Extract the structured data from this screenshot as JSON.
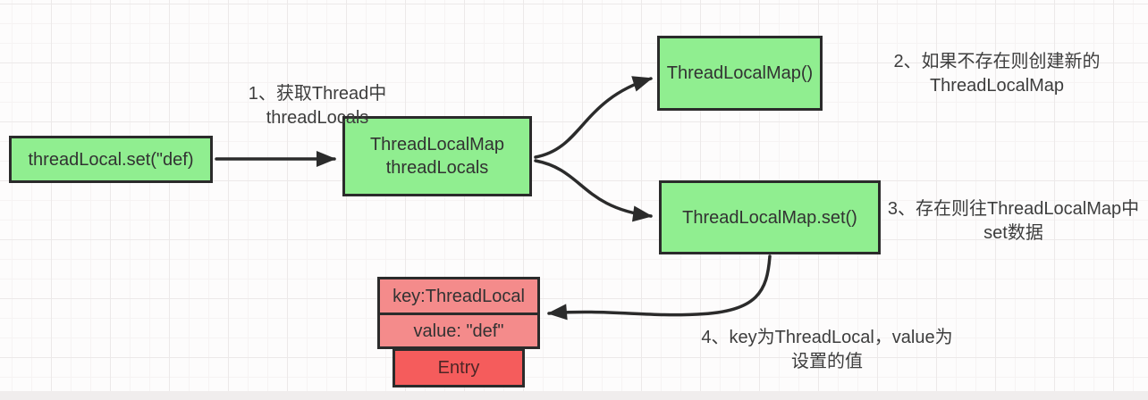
{
  "diagram": {
    "title_hint": "ThreadLocal set flow",
    "nodes": {
      "set_call": {
        "text": "threadLocal.set(\"def)"
      },
      "thread_locals": {
        "line1": "ThreadLocalMap",
        "line2": "threadLocals"
      },
      "map_ctor": {
        "text": "ThreadLocalMap()"
      },
      "map_set": {
        "text": "ThreadLocalMap.set()"
      },
      "entry_key": {
        "text": "key:ThreadLocal"
      },
      "entry_value": {
        "text": "value: \"def\""
      },
      "entry": {
        "text": "Entry"
      }
    },
    "annotations": {
      "step1": {
        "line1": "1、获取Thread中",
        "line2": "threadLocals"
      },
      "step2": {
        "line1": "2、如果不存在则创建新的",
        "line2": "ThreadLocalMap"
      },
      "step3": {
        "line1": "3、存在则往ThreadLocalMap中",
        "line2": "set数据"
      },
      "step4": {
        "line1": "4、key为ThreadLocal，value为",
        "line2": "设置的值"
      }
    },
    "colors": {
      "node_green": "#90EE90",
      "node_pink": "#F48B8B",
      "node_red": "#F55C5C",
      "edge_and_border": "#2B2B2B",
      "annotation_text": "#3D3D3D",
      "grid_major": "#ECE9E9",
      "grid_minor": "#F6F3F3",
      "background": "#FDFCFC"
    }
  }
}
